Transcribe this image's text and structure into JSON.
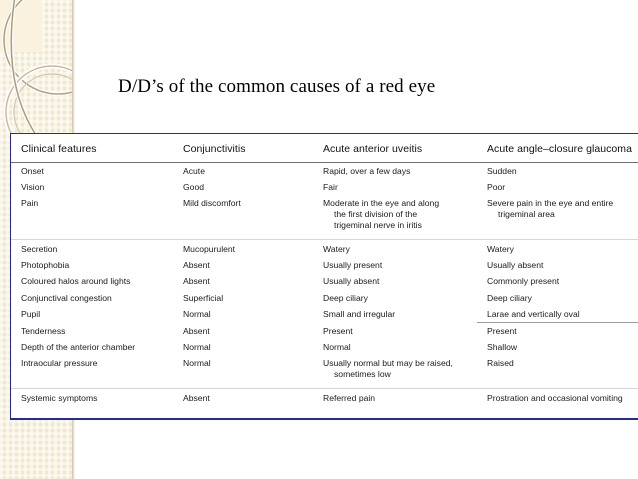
{
  "slide": {
    "title": "D/D’s of the common causes of a red eye"
  },
  "decoration": {
    "band_color": "#f3e7c8",
    "square_color": "#faf2de",
    "ring_color": "#b9ad8e",
    "ring_highlight": "#ffffff",
    "name": "beige-rings-corner-graphic"
  },
  "table": {
    "border_color": "#2b2b8f",
    "headers": [
      "Clinical features",
      "Conjunctivitis",
      "Acute anterior uveitis",
      "Acute angle–closure glaucoma"
    ],
    "rows": [
      {
        "feature": "Onset",
        "conjunctivitis": "Acute",
        "uveitis": "Rapid, over a few days",
        "glaucoma": "Sudden"
      },
      {
        "feature": "Vision",
        "conjunctivitis": "Good",
        "uveitis": "Fair",
        "glaucoma": "Poor"
      },
      {
        "feature": "Pain",
        "conjunctivitis": "Mild discomfort",
        "uveitis": "Moderate in the eye and along",
        "uveitis_cont": "the first division of the",
        "uveitis_cont2": "trigeminal nerve in iritis",
        "glaucoma": "Severe pain in the eye and entire",
        "glaucoma_cont": "trigeminal area"
      },
      {
        "feature": "Secretion",
        "conjunctivitis": "Mucopurulent",
        "uveitis": "Watery",
        "glaucoma": "Watery",
        "group_start": true
      },
      {
        "feature": "Photophobia",
        "conjunctivitis": "Absent",
        "uveitis": "Usually present",
        "glaucoma": "Usually absent"
      },
      {
        "feature": "Coloured halos around lights",
        "conjunctivitis": "Absent",
        "uveitis": "Usually absent",
        "glaucoma": "Commonly present"
      },
      {
        "feature": "Conjunctival congestion",
        "conjunctivitis": "Superficial",
        "uveitis": "Deep ciliary",
        "glaucoma": "Deep ciliary"
      },
      {
        "feature": "Pupil",
        "conjunctivitis": "Normal",
        "uveitis": "Small and irregular",
        "glaucoma": "Larae and vertically oval",
        "glaucoma_underlined": true
      },
      {
        "feature": "Tenderness",
        "conjunctivitis": "Absent",
        "uveitis": "Present",
        "glaucoma": "Present"
      },
      {
        "feature": "Depth of the anterior chamber",
        "conjunctivitis": "Normal",
        "uveitis": "Normal",
        "glaucoma": "Shallow"
      },
      {
        "feature": "Intraocular pressure",
        "conjunctivitis": "Normal",
        "uveitis": "Usually normal but may be raised,",
        "uveitis_cont": "sometimes low",
        "glaucoma": "Raised"
      },
      {
        "feature": "Systemic symptoms",
        "conjunctivitis": "Absent",
        "uveitis": "Referred pain",
        "glaucoma": "Prostration and occasional vomiting",
        "group_start": true
      }
    ]
  }
}
